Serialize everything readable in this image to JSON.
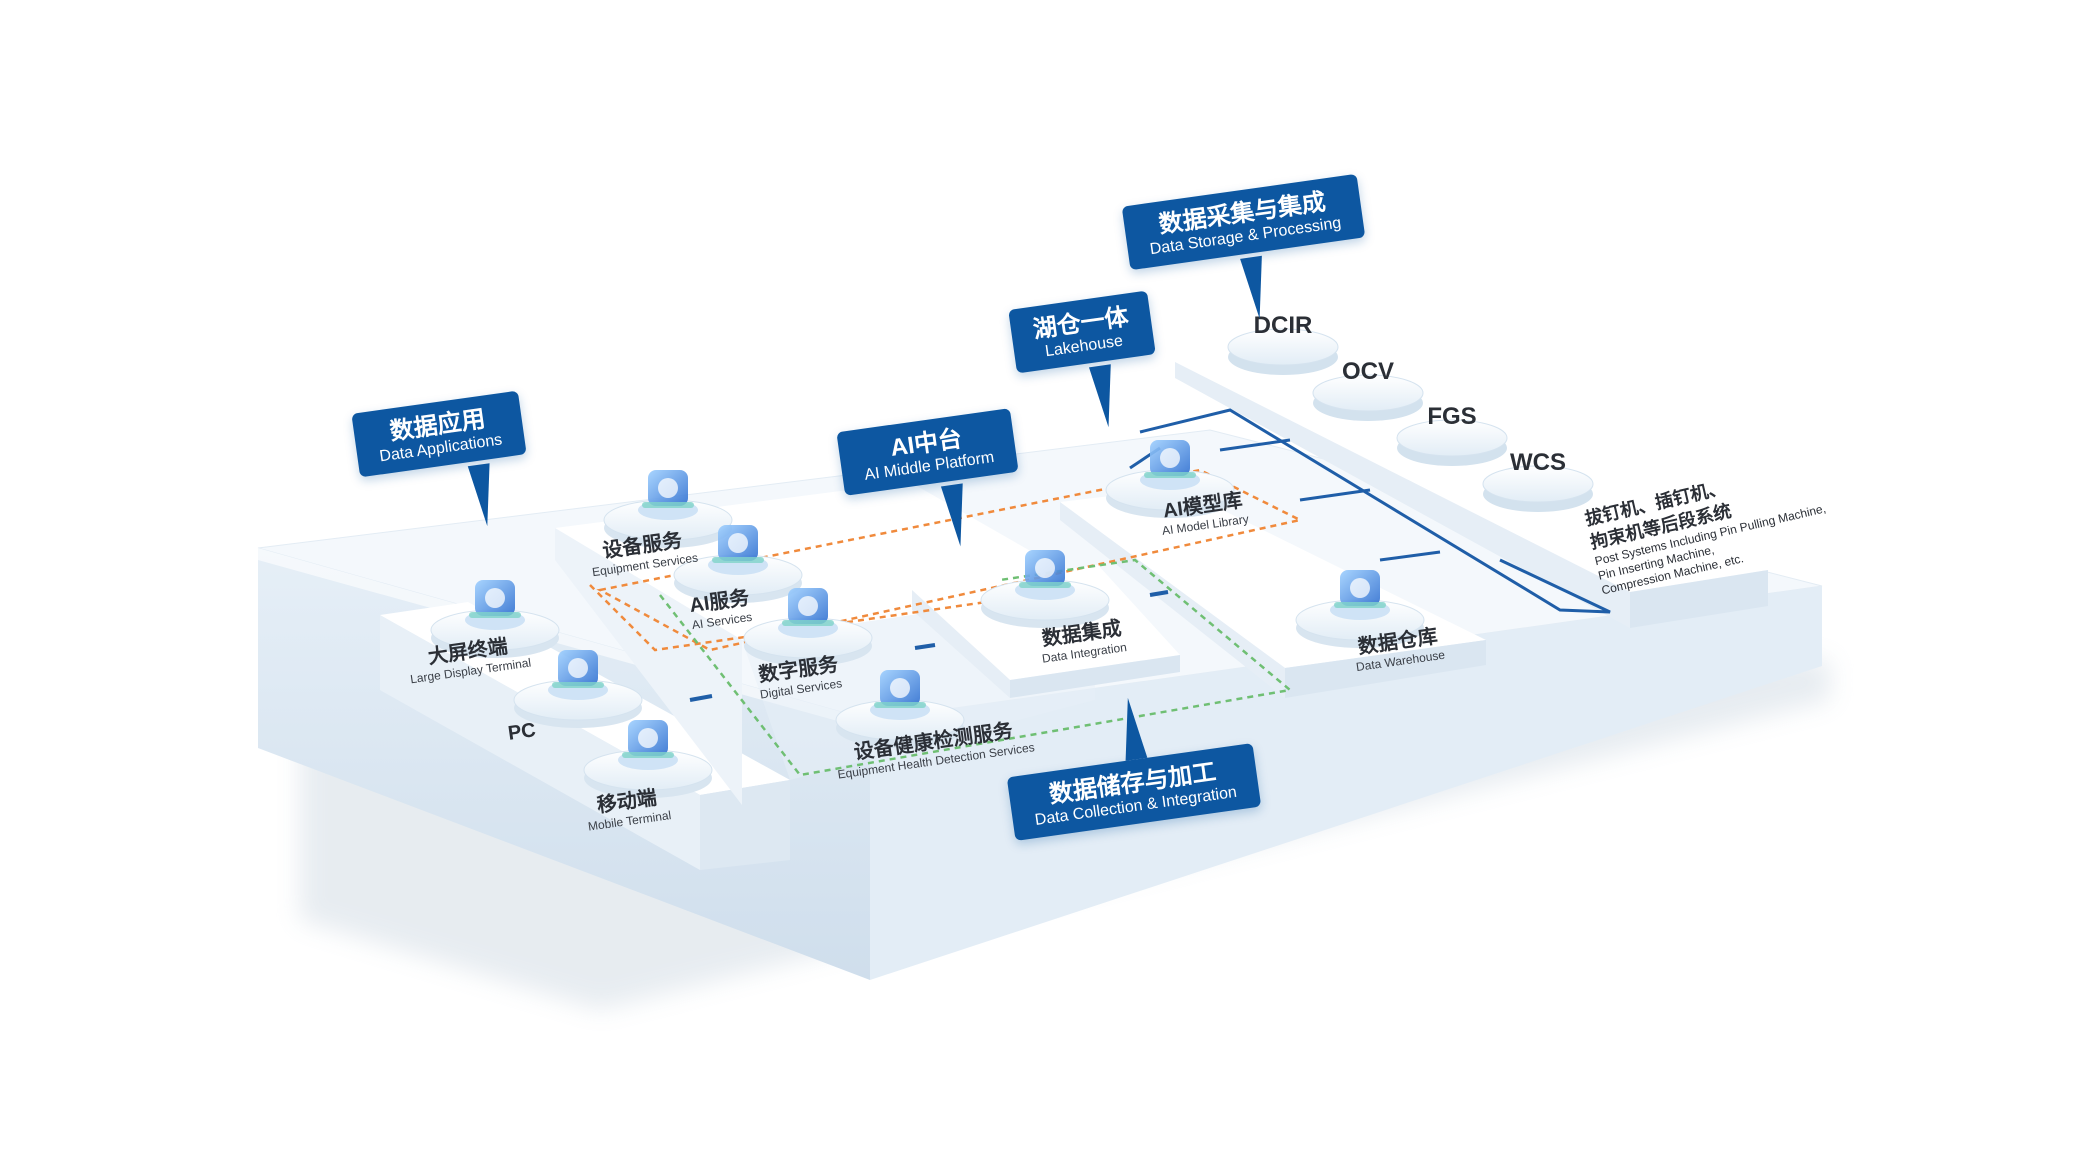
{
  "callouts": {
    "data_app": {
      "cn": "数据应用",
      "en": "Data Applications"
    },
    "ai_platform": {
      "cn": "AI中台",
      "en": "AI Middle Platform"
    },
    "lakehouse": {
      "cn": "湖仓一体",
      "en": "Lakehouse"
    },
    "collection": {
      "cn": "数据采集与集成",
      "en": "Data Storage & Processing"
    },
    "storage": {
      "cn": "数据储存与加工",
      "en": "Data Collection & Integration"
    }
  },
  "nodes": {
    "large_display": {
      "cn": "大屏终端",
      "en": "Large Display Terminal",
      "icon": "monitor-icon"
    },
    "pc": {
      "cn": "PC",
      "icon": "cube-icon"
    },
    "mobile": {
      "cn": "移动端",
      "en": "Mobile Terminal",
      "icon": "user-icon"
    },
    "equip_service": {
      "cn": "设备服务",
      "en": "Equipment Services",
      "icon": "gear-icon"
    },
    "ai_service": {
      "cn": "AI服务",
      "en": "AI Services",
      "icon": "ai-icon"
    },
    "digital_service": {
      "cn": "数字服务",
      "en": "Digital Services",
      "icon": "cloud-icon"
    },
    "health_service": {
      "cn": "设备健康检测服务",
      "en": "Equipment Health Detection Services",
      "icon": "health-check-icon"
    },
    "data_integration": {
      "cn": "数据集成",
      "en": "Data Integration",
      "icon": "integration-icon"
    },
    "ai_model": {
      "cn": "AI模型库",
      "en": "AI Model Library",
      "icon": "ai-icon"
    },
    "warehouse": {
      "cn": "数据仓库",
      "en": "Data Warehouse",
      "icon": "warehouse-icon"
    }
  },
  "systems": [
    "DCIR",
    "OCV",
    "FGS",
    "WCS"
  ],
  "wcs_note": {
    "cn_line1": "拔钉机、插钉机、",
    "cn_line2": "拘束机等后段系统",
    "en_line1": "Post Systems Including Pin Pulling Machine,",
    "en_line2": "Pin Inserting Machine,",
    "en_line3": "Compression Machine, etc."
  },
  "colors": {
    "brand_blue": "#0d57a1",
    "platform_top": "#f3f8fc",
    "platform_side": "#dbe8f3",
    "orange_dash": "#f08a3c",
    "green_dash": "#6fbf73"
  }
}
